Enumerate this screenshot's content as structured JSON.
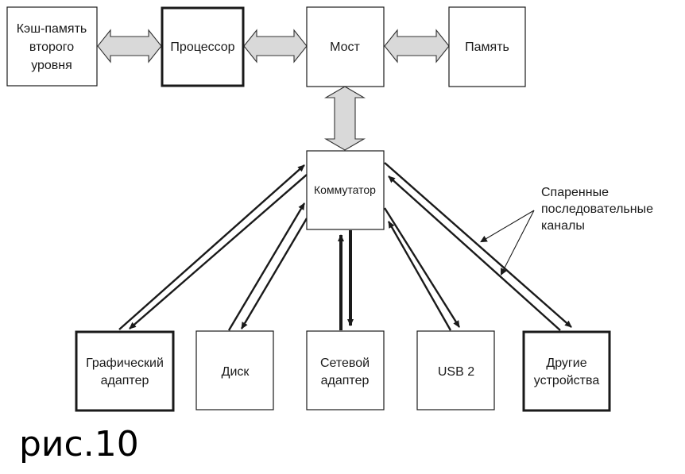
{
  "diagram": {
    "title": "рис.10",
    "nodes": [
      {
        "id": "cache",
        "lines": [
          "Кэш-память",
          "второго",
          "уровня"
        ],
        "emphasis": false
      },
      {
        "id": "cpu",
        "lines": [
          "Процессор"
        ],
        "emphasis": true
      },
      {
        "id": "bridge",
        "lines": [
          "Мост"
        ],
        "emphasis": false
      },
      {
        "id": "memory",
        "lines": [
          "Память"
        ],
        "emphasis": false
      },
      {
        "id": "switch",
        "lines": [
          "Коммутатор"
        ],
        "emphasis": false
      },
      {
        "id": "graphics",
        "lines": [
          "Графический",
          "адаптер"
        ],
        "emphasis": true
      },
      {
        "id": "disk",
        "lines": [
          "Диск"
        ],
        "emphasis": false
      },
      {
        "id": "network",
        "lines": [
          "Сетевой",
          "адаптер"
        ],
        "emphasis": false
      },
      {
        "id": "usb",
        "lines": [
          "USB 2"
        ],
        "emphasis": false
      },
      {
        "id": "other",
        "lines": [
          "Другие",
          "устройства"
        ],
        "emphasis": true
      }
    ],
    "buses": [
      {
        "from": "cache",
        "to": "cpu",
        "type": "bidirectional-bus"
      },
      {
        "from": "cpu",
        "to": "bridge",
        "type": "bidirectional-bus"
      },
      {
        "from": "bridge",
        "to": "memory",
        "type": "bidirectional-bus"
      },
      {
        "from": "bridge",
        "to": "switch",
        "type": "bidirectional-bus"
      }
    ],
    "links": [
      {
        "from": "switch",
        "to": "graphics",
        "type": "paired-serial"
      },
      {
        "from": "switch",
        "to": "disk",
        "type": "paired-serial"
      },
      {
        "from": "switch",
        "to": "network",
        "type": "paired-serial"
      },
      {
        "from": "switch",
        "to": "usb",
        "type": "paired-serial"
      },
      {
        "from": "switch",
        "to": "other",
        "type": "paired-serial"
      }
    ],
    "annotation": {
      "lines": [
        "Спаренные",
        "последовательные",
        "каналы"
      ]
    }
  }
}
